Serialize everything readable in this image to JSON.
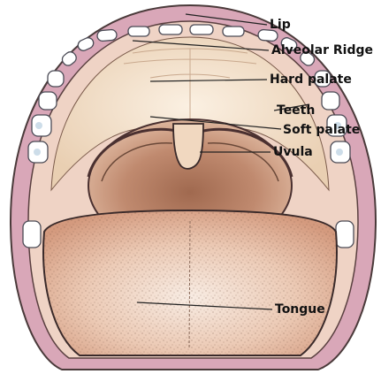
{
  "labels": {
    "lip": "Lip",
    "alveolar_ridge": "Alveolar Ridge",
    "hard_palate": "Hard palate",
    "teeth": "Teeth",
    "soft_palate": "Soft palate",
    "uvula": "Uvula",
    "tongue": "Tongue"
  },
  "colors": {
    "lip": "#d9a7b8",
    "lip_outline": "#4a3a3a",
    "palate": "#f1dcc2",
    "throat": "#b8836a",
    "throat_dark": "#8a5c46",
    "tongue": "#e7b99e",
    "tongue_light": "#f6e6da",
    "teeth": "#ffffff",
    "teeth_shadow": "#b8cfe0",
    "leader_lines": "#222222"
  }
}
